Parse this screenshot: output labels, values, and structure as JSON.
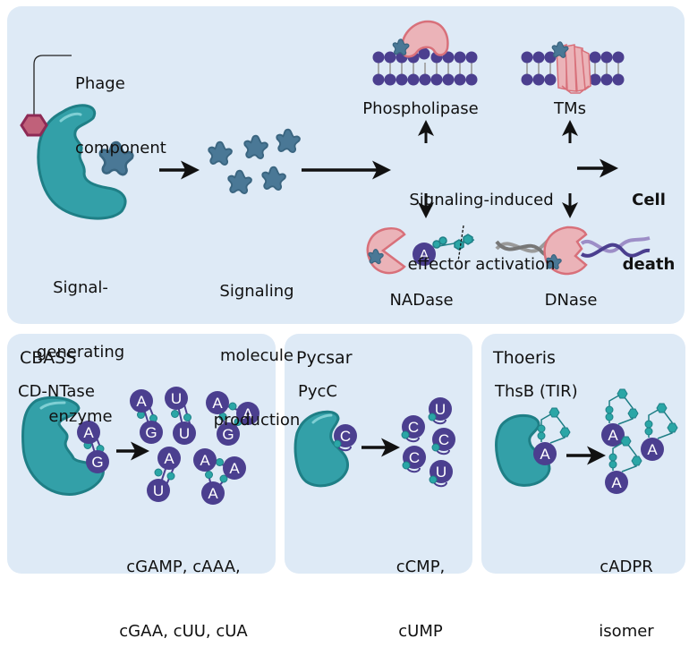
{
  "top_panel": {
    "phage_component_label": [
      "Phage",
      "component"
    ],
    "enzyme_label": [
      "Signal-",
      "generating",
      "enzyme"
    ],
    "molecule_label": [
      "Signaling",
      "molecule",
      "production"
    ],
    "activation_label": [
      "Signaling-induced",
      "effector activation"
    ],
    "outcome_label": [
      "Cell",
      "death"
    ],
    "effectors": [
      {
        "id": "phospholipase",
        "label": "Phospholipase"
      },
      {
        "id": "tms",
        "label": "TMs"
      },
      {
        "id": "nadase",
        "label": "NADase",
        "nucleotide": "A"
      },
      {
        "id": "dnase",
        "label": "DNase"
      }
    ]
  },
  "systems": [
    {
      "id": "cbass",
      "title": "CBASS",
      "enzyme": "CD-NTase",
      "bound": [
        "A",
        "G"
      ],
      "products_label": [
        "cGAMP, cAAA,",
        "cGAA, cUU, cUA"
      ],
      "products": [
        [
          "A",
          "G"
        ],
        [
          "U",
          "U"
        ],
        [
          "A",
          "A",
          "G"
        ],
        [
          "A",
          "U"
        ],
        [
          "A",
          "A",
          "A"
        ]
      ]
    },
    {
      "id": "pycsar",
      "title": "Pycsar",
      "enzyme": "PycC",
      "bound": [
        "C"
      ],
      "products_label": [
        "cCMP,",
        "cUMP"
      ],
      "products": [
        "C",
        "C",
        "U",
        "C",
        "U"
      ]
    },
    {
      "id": "thoeris",
      "title": "Thoeris",
      "enzyme": "ThsB (TIR)",
      "bound": [
        "A"
      ],
      "products_label": [
        "cADPR",
        "isomer"
      ],
      "products": [
        "A",
        "A",
        "A"
      ]
    }
  ],
  "colors": {
    "panel_bg": "#deeaf6",
    "enzyme_teal": "#33a0a8",
    "enzyme_edge": "#1f7f86",
    "signal_star": "#4a7896",
    "phage_hex": "#c0617a",
    "phage_hex_edge": "#8e2a55",
    "nucleotide": "#4b3f8f",
    "linker": "#2aa6a6",
    "effector_pink": "#ebb3b8",
    "effector_edge": "#d8707a"
  }
}
